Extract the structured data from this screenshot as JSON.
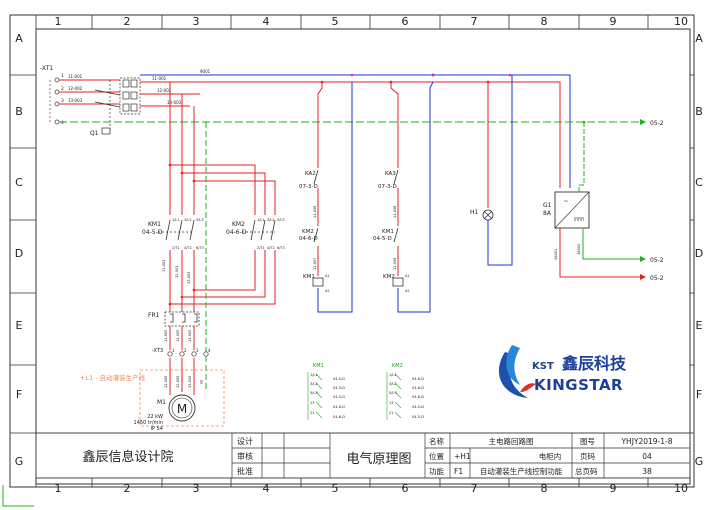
{
  "frame": {
    "columns": [
      "1",
      "2",
      "3",
      "4",
      "5",
      "6",
      "7",
      "8",
      "9",
      "10"
    ],
    "rows": [
      "A",
      "B",
      "C",
      "D",
      "E",
      "F",
      "G"
    ]
  },
  "terminal_strip": {
    "label": "-XT1",
    "terms": [
      "1",
      "2",
      "3",
      "4"
    ],
    "wires": [
      "11-001",
      "12-002",
      "13-003"
    ],
    "breaker": "Q1"
  },
  "bus_label": "9001",
  "offpage": {
    "b_right": "05-2",
    "d_right1": "05-2",
    "d_right2": "05-2"
  },
  "contactors": {
    "km1": {
      "name": "KM1",
      "ref": "04-5-D",
      "pins_top": [
        "1/L1",
        "3/L2",
        "5/L3"
      ],
      "pins_bot": [
        "2/T1",
        "4/T2",
        "6/T3"
      ]
    },
    "km2": {
      "name": "KM2",
      "ref": "04-6-D",
      "pins_top": [
        "1/L1",
        "3/L2",
        "5/L3"
      ],
      "pins_bot": [
        "2/T1",
        "4/T2",
        "6/T3"
      ]
    }
  },
  "branch_wires": [
    "11-003",
    "12-003",
    "13-003"
  ],
  "thermal": {
    "name": "FR1"
  },
  "motor_terminal": {
    "label": "-XT3",
    "terms": [
      "1",
      "2",
      "3",
      "4"
    ]
  },
  "motor_wires": [
    "11-005",
    "12-005",
    "13-005",
    "PE"
  ],
  "note": "+L1 - 自动灌装生产线",
  "motor": {
    "name": "M1",
    "letter": "M",
    "power": "22 kW",
    "speed": "1450 tr/min",
    "ip": "IP 54"
  },
  "ctrl1": {
    "ka": "KA2",
    "ka_ref": "07-3-D",
    "wire1": "11-006",
    "interlock": "KM2",
    "interlock_ref": "04-6-D",
    "wire2": "11-007",
    "coil": "KM1",
    "pins": [
      "A1",
      "A2"
    ]
  },
  "ctrl2": {
    "ka": "KA3",
    "ka_ref": "07-3-D",
    "wire1": "11-008",
    "interlock": "KM1",
    "interlock_ref": "04-5-D",
    "wire2": "11-009",
    "coil": "KM2",
    "pins": [
      "A1",
      "A2"
    ]
  },
  "lamp": {
    "name": "H1"
  },
  "power_supply": {
    "name": "G1",
    "rating": "8A",
    "out_wires": [
      "3A001",
      "3A002"
    ]
  },
  "contact_tables": {
    "km1": {
      "title": "KM1",
      "rows": [
        "1/L1",
        "3/L2",
        "5/L3",
        "13",
        "21"
      ],
      "refs": [
        "04-5-D",
        "04-5-D",
        "04-5-D",
        "04-6-D",
        "04-6-D"
      ]
    },
    "km2": {
      "title": "KM2",
      "rows": [
        "1/L1",
        "3/L2",
        "5/L3",
        "13",
        "21"
      ],
      "refs": [
        "04-6-D",
        "04-6-D",
        "04-6-D",
        "04-5-D",
        "04-5-D"
      ]
    }
  },
  "logo": {
    "prefix": "KST",
    "cn": "鑫辰科技",
    "en": "KINGSTAR"
  },
  "title_block": {
    "company": "鑫辰信息设计院",
    "design": "设计",
    "review": "审核",
    "approve": "批准",
    "drawing_title": "电气原理图",
    "name_label": "名称",
    "name_value": "主电路回路图",
    "loc_label": "位置",
    "loc_code": "+H1",
    "loc_value": "电柜内",
    "func_label": "功能",
    "func_code": "F1",
    "func_value": "自动灌装生产线控制功能",
    "drawing_no_label": "图号",
    "drawing_no": "YHJY2019-1-8",
    "page_label": "页码",
    "page": "04",
    "total_label": "总页码",
    "total": "38"
  },
  "colors": {
    "red": "#e02020",
    "blue": "#2233cc",
    "green": "#20b020",
    "magenta": "#d030d0",
    "black": "#222222"
  }
}
